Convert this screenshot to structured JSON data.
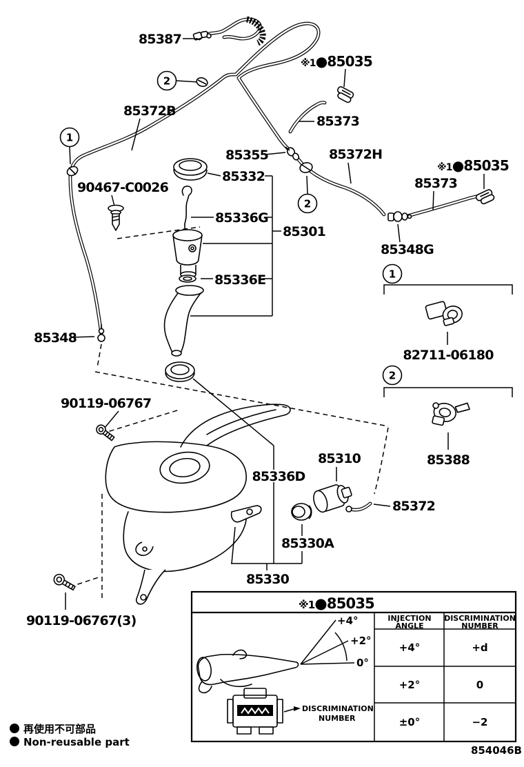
{
  "figure": {
    "doc_number": "854046B"
  },
  "legend": {
    "jp": "再使用不可部品",
    "en": "Non-reusable part"
  },
  "callouts": {
    "one": "1",
    "two": "2"
  },
  "ref": {
    "prefix": "※1",
    "main": "●85035"
  },
  "parts": {
    "hose_85387": "85387",
    "hose_85372B": "85372B",
    "hose_85373_top": "85373",
    "joint_85355": "85355",
    "hose_85372H": "85372H",
    "hose_85373_right": "85373",
    "joint_85348G": "85348G",
    "clip_90467": "90467-C0026",
    "cap_85332": "85332",
    "filter_85336G": "85336G",
    "inlet_85301": "85301",
    "gasket_85336E": "85336E",
    "valve_85348": "85348",
    "clamp_82711": "82711-06180",
    "screw_90119": "90119-06767",
    "clamp_85388": "85388",
    "pump_85310": "85310",
    "tube_85336D": "85336D",
    "hose_85372": "85372",
    "grommet_85330A": "85330A",
    "tank_85330": "85330",
    "screw_90119_3": "90119-06767(3)"
  },
  "table": {
    "col1": [
      "INJECTION",
      "ANGLE"
    ],
    "col2": [
      "DISCRIMINATION",
      "NUMBER"
    ],
    "rows": [
      [
        "+4°",
        "+d"
      ],
      [
        "+2°",
        "0"
      ],
      [
        "±0°",
        "−2"
      ]
    ],
    "angles": [
      "+4°",
      "+2°",
      "0°"
    ],
    "note": [
      "DISCRIMINATION",
      "NUMBER"
    ]
  }
}
